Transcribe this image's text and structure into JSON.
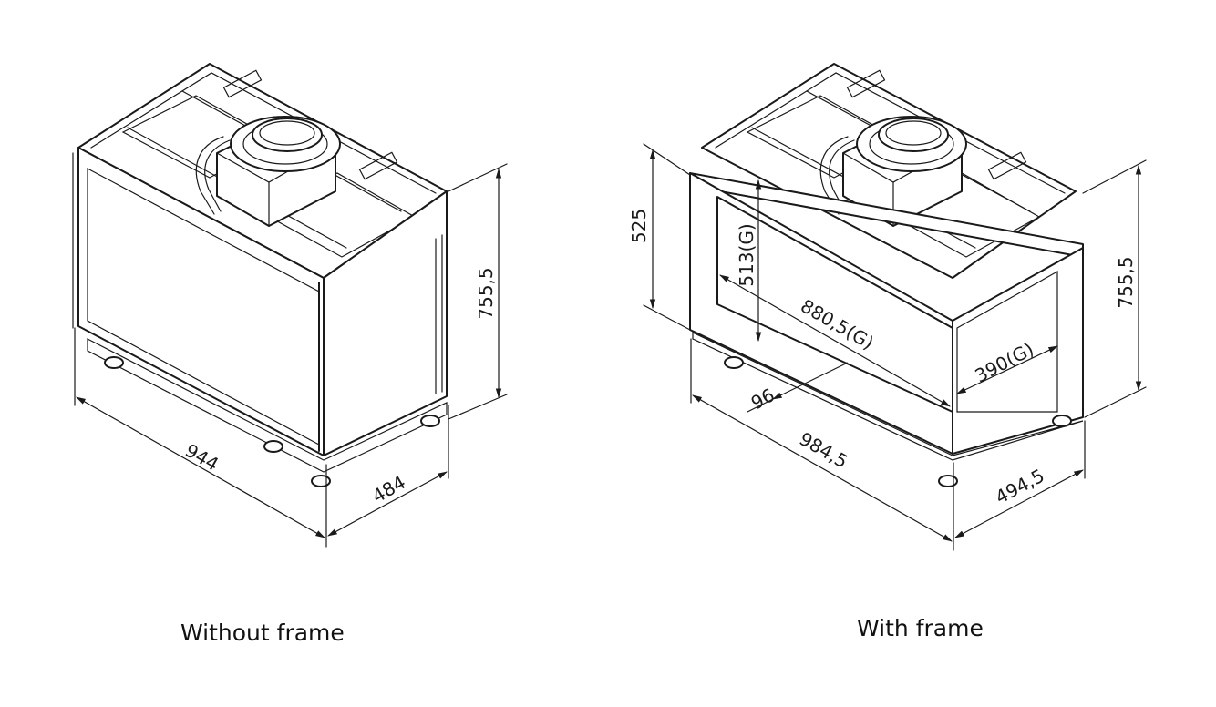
{
  "views": [
    {
      "caption": "Without frame",
      "dimensions": {
        "width": "944",
        "depth": "484",
        "height": "755,5"
      }
    },
    {
      "caption": "With frame",
      "dimensions": {
        "width": "984,5",
        "depth": "494,5",
        "height": "755,5",
        "frame_height": "525",
        "glass_height": "513(G)",
        "glass_width": "880,5(G)",
        "glass_depth": "390(G)",
        "bottom_offset": "96"
      }
    }
  ]
}
